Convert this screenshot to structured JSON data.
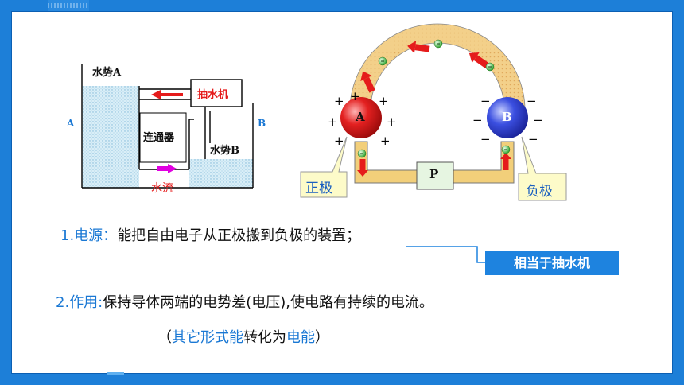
{
  "diagram_left": {
    "label_water_a": "水势A",
    "label_pump": "抽水机",
    "label_side_a": "A",
    "label_side_b": "B",
    "label_connector": "连通器",
    "label_water_b": "水势B",
    "label_flow": "水流"
  },
  "diagram_right": {
    "ball_a": "A",
    "ball_b": "B",
    "device_p": "P",
    "label_positive": "正极",
    "label_negative": "负极",
    "plus": "+",
    "minus": "−"
  },
  "content": {
    "item1_num": "1.",
    "item1_term": "电源：",
    "item1_text": "能把自由电子从正极搬到负极的装置；",
    "callout": "相当于抽水机",
    "item2_num": "2.",
    "item2_term": "作用:",
    "item2_text": "保持导体两端的电势差(电压),使电路有持续的电流。",
    "note_open": "（",
    "note_part1": "其它形式能",
    "note_mid": "转化为",
    "note_part2": "电能",
    "note_close": "）"
  },
  "colors": {
    "frame": "#1d7fd8",
    "accent_blue": "#1a78d4",
    "callout_bg": "#1e83df",
    "ball_positive": "#e32020",
    "ball_negative": "#2f44d6",
    "tube": "#f2cf7a",
    "label_box": "#fdfbc9"
  }
}
